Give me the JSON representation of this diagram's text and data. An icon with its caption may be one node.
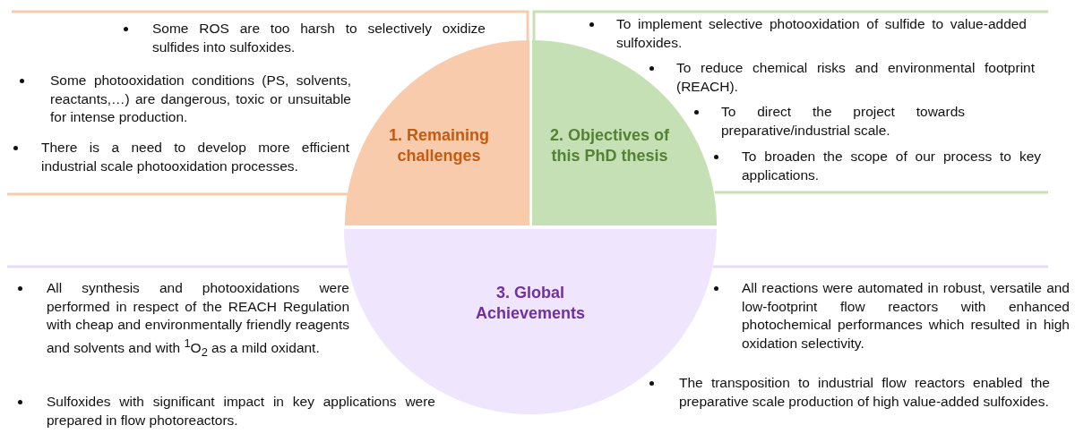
{
  "diagram": {
    "nodes": [
      {
        "text": [
          "1. Remaining challenges"
        ]
      },
      {
        "text": [
          "2. Objectives of this PhD thesis"
        ]
      },
      {
        "text": [
          "3. Global Achievements"
        ]
      }
    ],
    "labels": [
      "Some ROS are too harsh to selectively oxidize sulfides into sulfoxides.",
      "Some photooxidation conditions (PS, solvents, reactants,…) are dangerous, toxic or unsuitable for intense production.",
      "There is a need to develop more efficient industrial scale photooxidation processes.",
      "To implement selective photooxidation of sulfide to value-added sulfoxides.",
      "To reduce chemical risks and environmental footprint (REACH).",
      "To direct the project towards preparative/industrial scale.",
      "To broaden the scope of our process to key applications.",
      "All synthesis and photooxidations were performed in respect of the REACH Regulation with cheap and environmentally friendly reagents and solvents and with $^{1}$O$_{2}$ as a mild oxidant.",
      "Sulfoxides with significant impact in key applications were prepared in flow photoreactors.",
      "All reactions were automated in robust, versatile and low-footprint flow reactors with enhanced photochemical performances which resulted in high oxidation selectivity.",
      "The transposition to industrial flow reactors enabled the preparative scale production of high value-added sulfoxides."
    ]
  }
}
